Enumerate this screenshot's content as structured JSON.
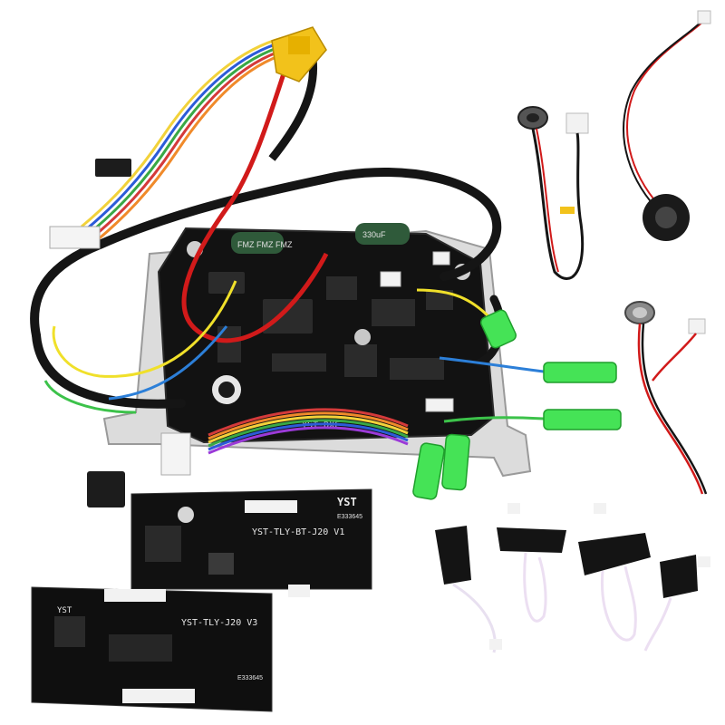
{
  "main_board": {
    "label": "YST-DXF",
    "cap_label": "330uF",
    "cap_brand": "FMZ FMZ FMZ"
  },
  "board_bt": {
    "brand": "YST",
    "model": "YST-TLY-BT-J20 V1",
    "code": "E333645"
  },
  "board_j20": {
    "brand": "YST",
    "model": "YST-TLY-J20 V3",
    "code": "E333645"
  },
  "colors": {
    "pcb": "#111111",
    "heatsink": "#d9d9d9",
    "xt60": "#f2c21b",
    "green_connector": "#39e34a",
    "cable_black": "#151515",
    "wire_red": "#d11a1a"
  }
}
